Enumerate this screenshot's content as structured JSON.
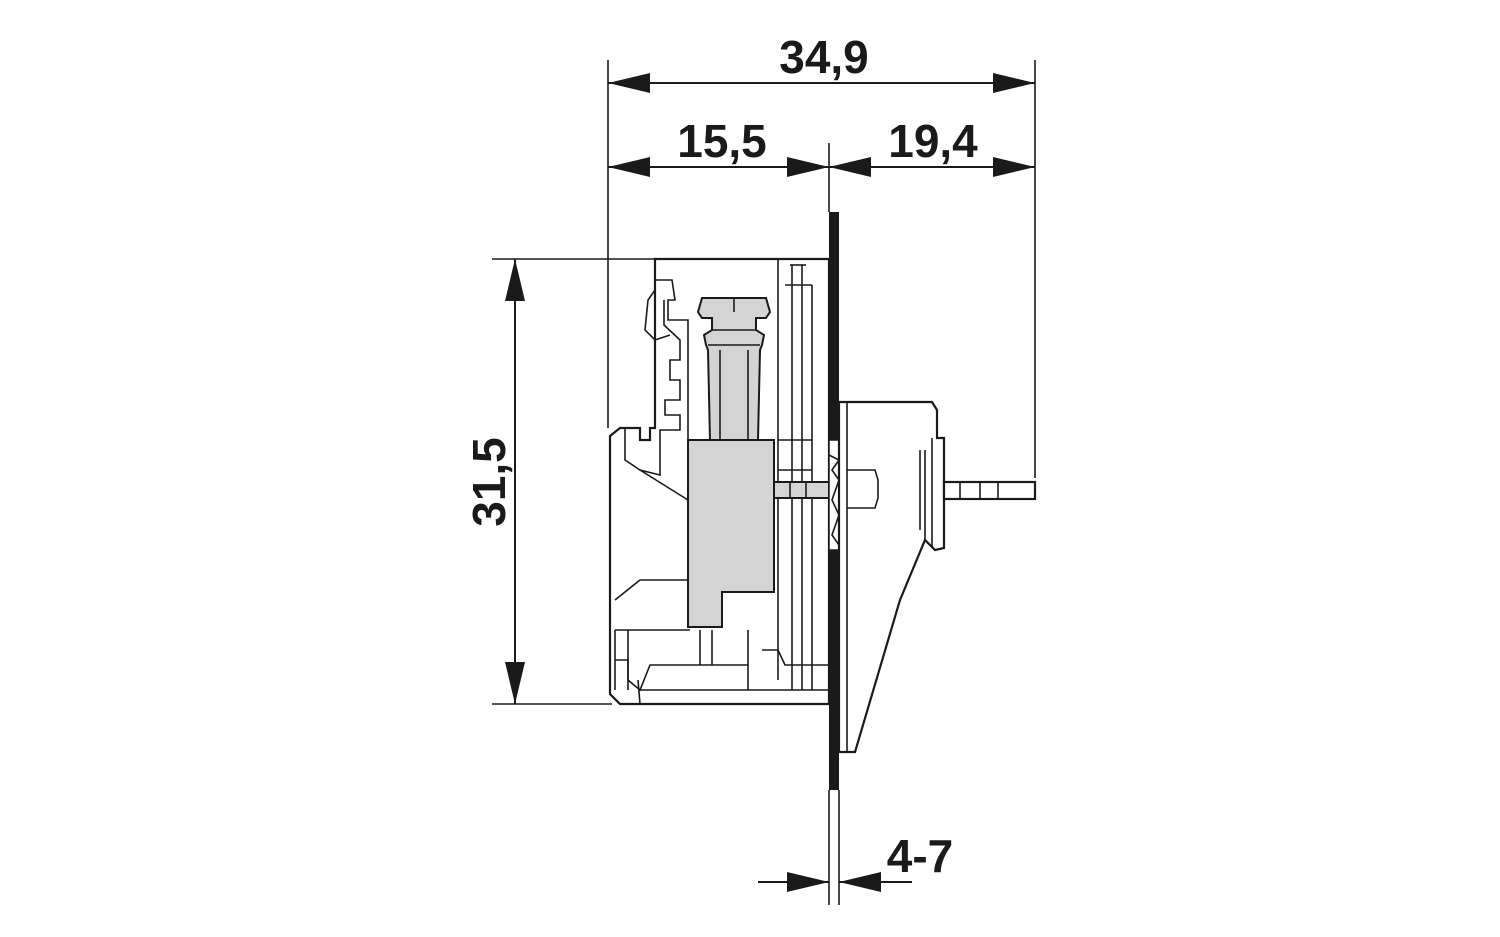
{
  "dimensions": {
    "overall_width": "34,9",
    "left_width": "15,5",
    "right_width": "19,4",
    "height": "31,5",
    "panel_thickness": "4-7"
  },
  "colors": {
    "line": "#1a1a1a",
    "fill_grey": "#d4d4d4",
    "background": "#ffffff"
  }
}
